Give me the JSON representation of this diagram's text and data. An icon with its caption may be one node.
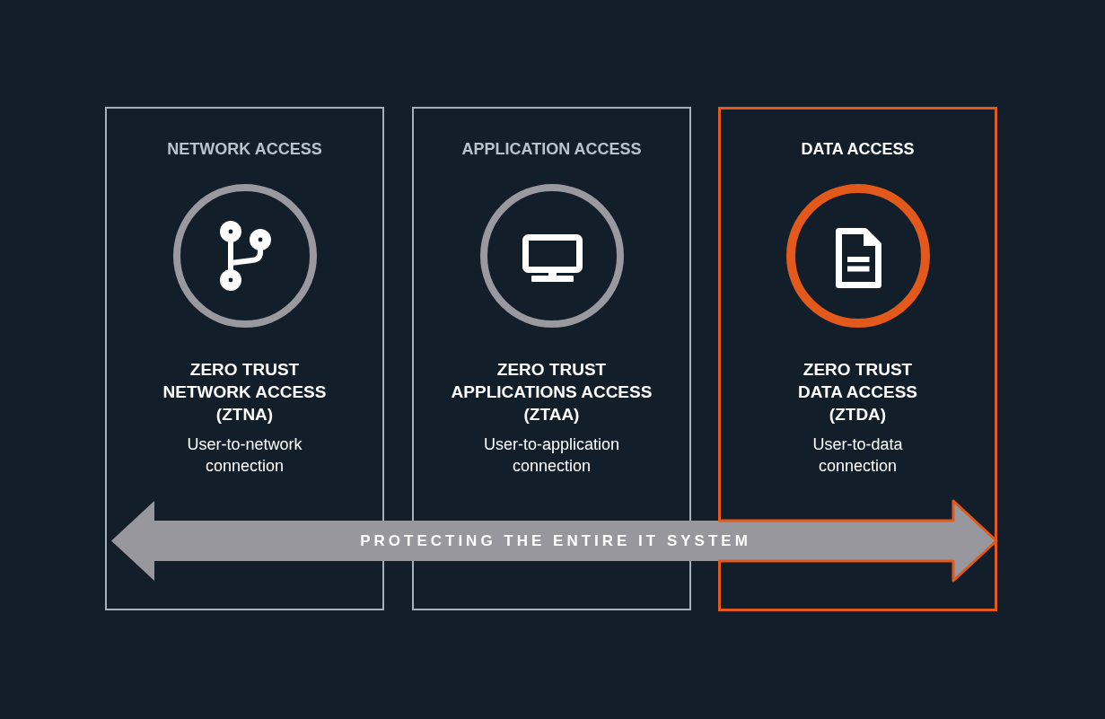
{
  "diagram": {
    "nodes": [
      {
        "text": [
          "NETWORK ACCESS",
          "ZERO TRUST NETWORK ACCESS (ZTNA)",
          "User-to-network connection"
        ]
      },
      {
        "text": [
          "APPLICATION ACCESS",
          "ZERO TRUST APPLICATIONS ACCESS (ZTAA)",
          "User-to-application connection"
        ]
      },
      {
        "text": [
          "DATA ACCESS",
          "ZERO TRUST DATA ACCESS (ZTDA)",
          "User-to-data connection"
        ]
      },
      {
        "text": [
          "PROTECTING THE ENTIRE IT SYSTEM"
        ]
      }
    ]
  }
}
